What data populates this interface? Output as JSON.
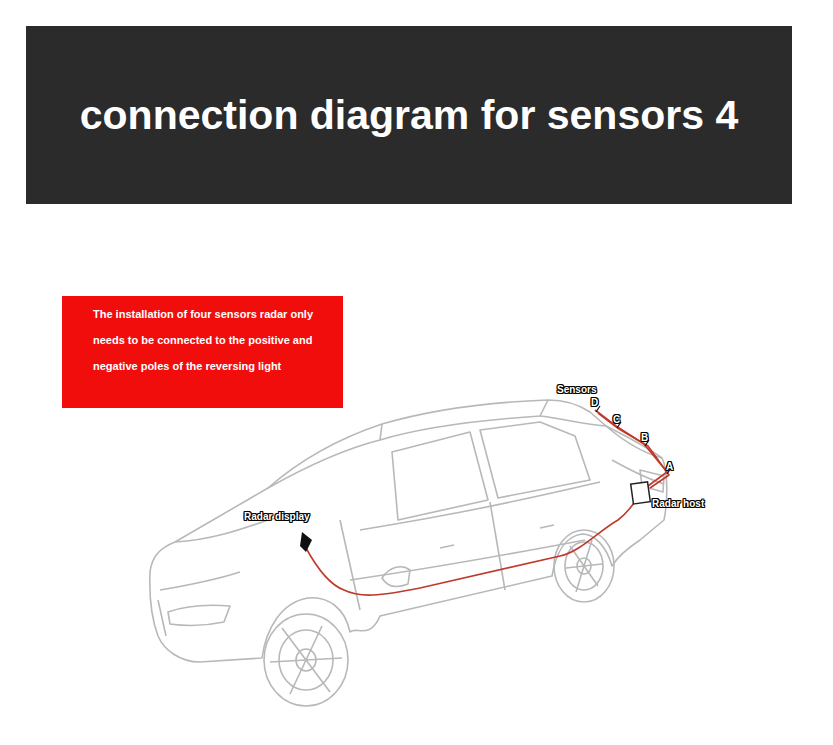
{
  "diagram": {
    "title": "connection diagram for sensors 4",
    "nodes": [
      {
        "text": [
          "The installation of four sensors radar only needs to be connected to the positive and negative poles of the reversing light"
        ]
      }
    ],
    "labels": [
      "Sensors",
      "D",
      "C",
      "B",
      "A",
      "Radar host",
      "Radar display"
    ]
  }
}
